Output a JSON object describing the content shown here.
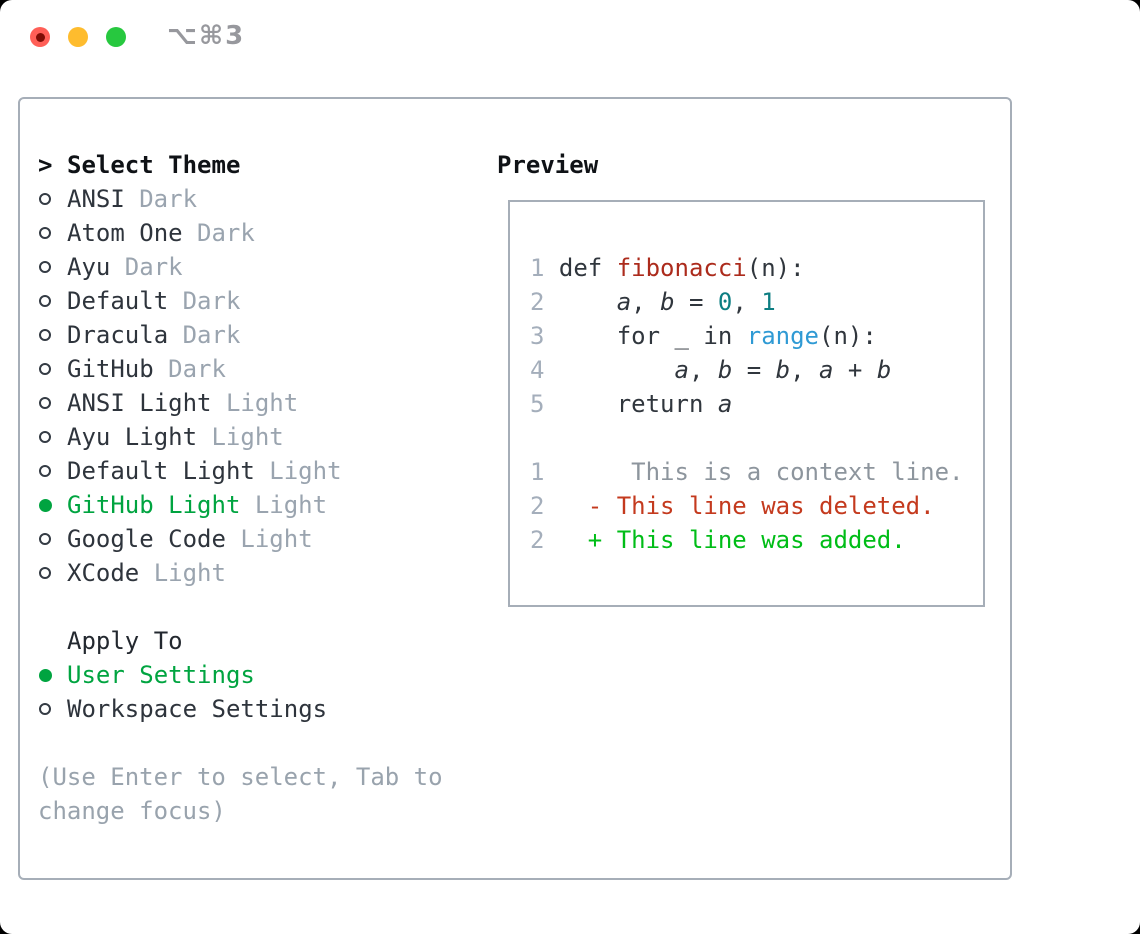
{
  "window": {
    "title": "⌥⌘3"
  },
  "colors": {
    "accent_green": "#00a440",
    "added_green": "#00bd17",
    "deleted_red": "#c43a1e",
    "function_red": "#ac2b1c",
    "literal_teal": "#0d7e82",
    "call_blue": "#2f9ad4",
    "dim_gray": "#9aa4af",
    "panel_border": "#a6aeb8",
    "traffic_close": "#ff5f57",
    "traffic_minimize": "#febc2e",
    "traffic_zoom": "#27c83f"
  },
  "theme_panel": {
    "header": {
      "prompt": ">",
      "label": "Select Theme"
    },
    "themes": [
      {
        "name": "ANSI",
        "variant": "Dark",
        "selected": false
      },
      {
        "name": "Atom One",
        "variant": "Dark",
        "selected": false
      },
      {
        "name": "Ayu",
        "variant": "Dark",
        "selected": false
      },
      {
        "name": "Default",
        "variant": "Dark",
        "selected": false
      },
      {
        "name": "Dracula",
        "variant": "Dark",
        "selected": false
      },
      {
        "name": "GitHub",
        "variant": "Dark",
        "selected": false
      },
      {
        "name": "ANSI Light",
        "variant": "Light",
        "selected": false
      },
      {
        "name": "Ayu Light",
        "variant": "Light",
        "selected": false
      },
      {
        "name": "Default Light",
        "variant": "Light",
        "selected": false
      },
      {
        "name": "GitHub Light",
        "variant": "Light",
        "selected": true
      },
      {
        "name": "Google Code",
        "variant": "Light",
        "selected": false
      },
      {
        "name": "XCode",
        "variant": "Light",
        "selected": false
      }
    ],
    "apply_to": {
      "label": "Apply To",
      "options": [
        {
          "name": "User Settings",
          "selected": true
        },
        {
          "name": "Workspace Settings",
          "selected": false
        }
      ]
    },
    "hint_lines": [
      "(Use Enter to select, Tab to",
      "change focus)"
    ]
  },
  "preview": {
    "label": "Preview",
    "code_lines": [
      {
        "segments": [
          {
            "t": "1",
            "c": "num"
          },
          {
            "t": " def ",
            "c": "plain"
          },
          {
            "t": "fibonacci",
            "c": "func"
          },
          {
            "t": "(n):",
            "c": "plain"
          }
        ]
      },
      {
        "segments": [
          {
            "t": "2",
            "c": "num"
          },
          {
            "t": "     ",
            "c": "plain"
          },
          {
            "t": "a",
            "c": "var"
          },
          {
            "t": ", ",
            "c": "plain"
          },
          {
            "t": "b",
            "c": "var"
          },
          {
            "t": " = ",
            "c": "plain"
          },
          {
            "t": "0",
            "c": "lit"
          },
          {
            "t": ", ",
            "c": "plain"
          },
          {
            "t": "1",
            "c": "lit"
          }
        ]
      },
      {
        "segments": [
          {
            "t": "3",
            "c": "num"
          },
          {
            "t": "     for _ in ",
            "c": "plain"
          },
          {
            "t": "range",
            "c": "call"
          },
          {
            "t": "(n):",
            "c": "plain"
          }
        ]
      },
      {
        "segments": [
          {
            "t": "4",
            "c": "num"
          },
          {
            "t": "         ",
            "c": "plain"
          },
          {
            "t": "a",
            "c": "var"
          },
          {
            "t": ", ",
            "c": "plain"
          },
          {
            "t": "b",
            "c": "var"
          },
          {
            "t": " = ",
            "c": "plain"
          },
          {
            "t": "b",
            "c": "var"
          },
          {
            "t": ", ",
            "c": "plain"
          },
          {
            "t": "a",
            "c": "var"
          },
          {
            "t": " + ",
            "c": "plain"
          },
          {
            "t": "b",
            "c": "var"
          }
        ]
      },
      {
        "segments": [
          {
            "t": "5",
            "c": "num"
          },
          {
            "t": "     return ",
            "c": "plain"
          },
          {
            "t": "a",
            "c": "var"
          }
        ]
      },
      {
        "segments": []
      },
      {
        "segments": [
          {
            "t": "1",
            "c": "num"
          },
          {
            "t": "      This is a context line.",
            "c": "context"
          }
        ]
      },
      {
        "segments": [
          {
            "t": "2",
            "c": "num"
          },
          {
            "t": "   - This line was deleted.",
            "c": "deleted"
          }
        ]
      },
      {
        "segments": [
          {
            "t": "2",
            "c": "num"
          },
          {
            "t": "   + This line was added.",
            "c": "added"
          }
        ]
      }
    ]
  }
}
